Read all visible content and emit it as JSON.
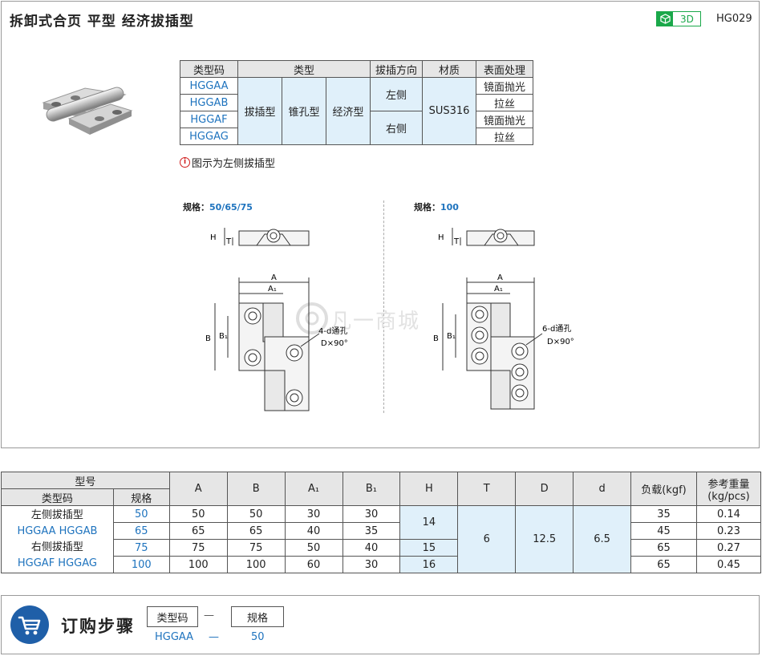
{
  "header": {
    "title": "拆卸式合页  平型  经济拔插型",
    "badge_3d": "3D",
    "product_code": "HG029"
  },
  "colors": {
    "accent_blue": "#1e73be",
    "green": "#1aa84a",
    "light_blue_cell": "#e0f0fa",
    "header_gray": "#e6e6e6",
    "cart_blue": "#1f5fa8"
  },
  "spec_table": {
    "headers": [
      "类型码",
      "类型",
      "拔插方向",
      "材质",
      "表面处理"
    ],
    "codes": [
      "HGGAA",
      "HGGAB",
      "HGGAF",
      "HGGAG"
    ],
    "types": [
      "拔插型",
      "锥孔型",
      "经济型"
    ],
    "directions": [
      "左侧",
      "右侧"
    ],
    "material": "SUS316",
    "finishes": [
      "镜面抛光",
      "拉丝",
      "镜面抛光",
      "拉丝"
    ]
  },
  "note": "图示为左侧拔插型",
  "drawings": {
    "left": {
      "label": "规格：",
      "value": "50/65/75",
      "holes": "4-d通孔",
      "chamfer": "D×90°"
    },
    "right": {
      "label": "规格：",
      "value": "100",
      "holes": "6-d通孔",
      "chamfer": "D×90°"
    },
    "dims": {
      "A": "A",
      "A1": "A₁",
      "B": "B",
      "B1": "B₁",
      "H": "H",
      "T": "T"
    },
    "watermark": "凡一商城"
  },
  "main_table": {
    "model_header": "型号",
    "type_code_header": "类型码",
    "spec_header": "规格",
    "columns": [
      "A",
      "B",
      "A₁",
      "B₁",
      "H",
      "T",
      "D",
      "d",
      "负载(kgf)",
      "参考重量(kg/pcs)"
    ],
    "left_group": {
      "label1": "左侧拔插型",
      "codes1": "HGGAA  HGGAB",
      "label2": "右侧拔插型",
      "codes2": "HGGAF  HGGAG"
    },
    "rows": [
      {
        "spec": "50",
        "A": "50",
        "B": "50",
        "A1": "30",
        "B1": "30",
        "load": "35",
        "weight": "0.14"
      },
      {
        "spec": "65",
        "A": "65",
        "B": "65",
        "A1": "40",
        "B1": "35",
        "load": "45",
        "weight": "0.23"
      },
      {
        "spec": "75",
        "A": "75",
        "B": "75",
        "A1": "50",
        "B1": "40",
        "load": "65",
        "weight": "0.27"
      },
      {
        "spec": "100",
        "A": "100",
        "B": "100",
        "A1": "60",
        "B1": "30",
        "load": "65",
        "weight": "0.45"
      }
    ],
    "H_values": [
      "14",
      "15",
      "16"
    ],
    "T": "6",
    "D": "12.5",
    "d": "6.5"
  },
  "order": {
    "title": "订购步骤",
    "box1": "类型码",
    "box2": "规格",
    "sep": "—",
    "example_code": "HGGAA",
    "example_spec": "50"
  }
}
